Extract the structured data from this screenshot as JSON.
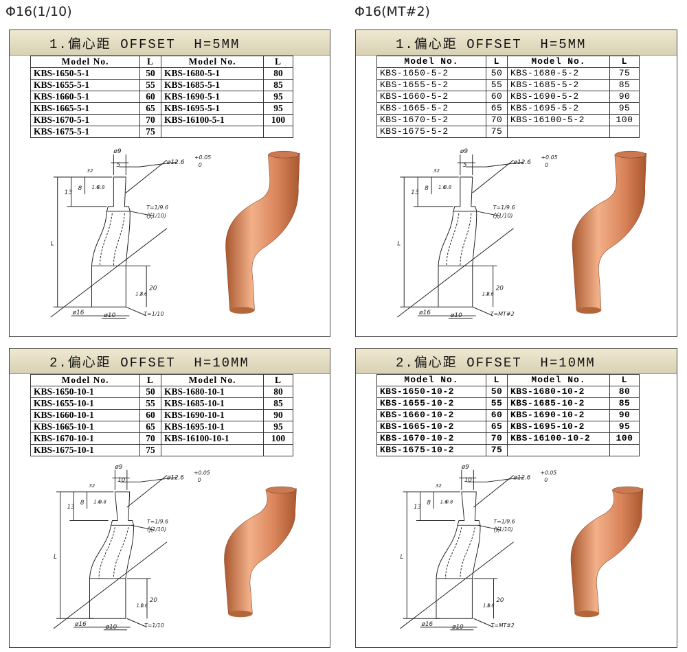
{
  "columns": [
    {
      "title": "Φ16(1/10)"
    },
    {
      "title": "Φ16(MT#2)"
    }
  ],
  "panels": [
    {
      "header": "1.偏心距 OFFSET  H=5MM",
      "col_model": "Model No.",
      "col_L": "L",
      "rows": [
        [
          "KBS-1650-5-1",
          "50",
          "KBS-1680-5-1",
          "80"
        ],
        [
          "KBS-1655-5-1",
          "55",
          "KBS-1685-5-1",
          "85"
        ],
        [
          "KBS-1660-5-1",
          "60",
          "KBS-1690-5-1",
          "95"
        ],
        [
          "KBS-1665-5-1",
          "65",
          "KBS-1695-5-1",
          "95"
        ],
        [
          "KBS-1670-5-1",
          "70",
          "KBS-16100-5-1",
          "100"
        ],
        [
          "KBS-1675-5-1",
          "75",
          "",
          ""
        ]
      ],
      "dims": {
        "d9": "ø9",
        "h": "5",
        "d126": "ø12.6",
        "tol": "+0.05",
        "tol0": "0",
        "a": "32",
        "b8": "8",
        "c": "1.6",
        "d": "0.8",
        "e13": "13",
        "taper": "T=1/9.6",
        "taper2": "(╳1/10)",
        "L": "L",
        "d20": "20",
        "f": "1.8",
        "g": "1.6",
        "d16": "ø16",
        "d10": "ø10",
        "t": "T=1/10"
      }
    },
    {
      "header": "1.偏心距 OFFSET  H=5MM",
      "col_model": "Model No.",
      "col_L": "L",
      "rows": [
        [
          "KBS-1650-5-2",
          "50",
          "KBS-1680-5-2",
          "75"
        ],
        [
          "KBS-1655-5-2",
          "55",
          "KBS-1685-5-2",
          "85"
        ],
        [
          "KBS-1660-5-2",
          "60",
          "KBS-1690-5-2",
          "90"
        ],
        [
          "KBS-1665-5-2",
          "65",
          "KBS-1695-5-2",
          "95"
        ],
        [
          "KBS-1670-5-2",
          "70",
          "KBS-16100-5-2",
          "100"
        ],
        [
          "KBS-1675-5-2",
          "75",
          "",
          ""
        ]
      ],
      "dims": {
        "d9": "ø9",
        "h": "5",
        "d126": "ø12.6",
        "tol": "+0.05",
        "tol0": "0",
        "a": "32",
        "b8": "8",
        "c": "1.6",
        "d": "0.8",
        "e13": "13",
        "taper": "T=1/9.6",
        "taper2": "(╳1/10)",
        "L": "L",
        "d20": "20",
        "f": "1.8",
        "g": "1.6",
        "d16": "ø16",
        "d10": "ø10",
        "t": "T=MT#2"
      }
    },
    {
      "header": "2.偏心距 OFFSET  H=10MM",
      "col_model": "Model No.",
      "col_L": "L",
      "rows": [
        [
          "KBS-1650-10-1",
          "50",
          "KBS-1680-10-1",
          "80"
        ],
        [
          "KBS-1655-10-1",
          "55",
          "KBS-1685-10-1",
          "85"
        ],
        [
          "KBS-1660-10-1",
          "60",
          "KBS-1690-10-1",
          "90"
        ],
        [
          "KBS-1665-10-1",
          "65",
          "KBS-1695-10-1",
          "95"
        ],
        [
          "KBS-1670-10-1",
          "70",
          "KBS-16100-10-1",
          "100"
        ],
        [
          "KBS-1675-10-1",
          "75",
          "",
          ""
        ]
      ],
      "dims": {
        "d9": "ø9",
        "h": "10",
        "d126": "ø12.6",
        "tol": "+0.05",
        "tol0": "0",
        "a": "32",
        "b8": "8",
        "c": "1.6",
        "d": "0.8",
        "e13": "13",
        "taper": "T=1/9.6",
        "taper2": "(╳1/10)",
        "L": "L",
        "d20": "20",
        "f": "1.8",
        "g": "1.6",
        "d16": "ø16",
        "d10": "ø10",
        "t": "T=1/10"
      }
    },
    {
      "header": "2.偏心距 OFFSET  H=10MM",
      "col_model": "Model No.",
      "col_L": "L",
      "rows": [
        [
          "KBS-1650-10-2",
          "50",
          "KBS-1680-10-2",
          "80"
        ],
        [
          "KBS-1655-10-2",
          "55",
          "KBS-1685-10-2",
          "85"
        ],
        [
          "KBS-1660-10-2",
          "60",
          "KBS-1690-10-2",
          "90"
        ],
        [
          "KBS-1665-10-2",
          "65",
          "KBS-1695-10-2",
          "95"
        ],
        [
          "KBS-1670-10-2",
          "70",
          "KBS-16100-10-2",
          "100"
        ],
        [
          "KBS-1675-10-2",
          "75",
          "",
          ""
        ]
      ],
      "dims": {
        "d9": "ø9",
        "h": "10",
        "d126": "ø12.6",
        "tol": "+0.05",
        "tol0": "0",
        "a": "32",
        "b8": "8",
        "c": "1.6",
        "d": "0.8",
        "e13": "13",
        "taper": "T=1/9.6",
        "taper2": "(╳1/10)",
        "L": "L",
        "d20": "20",
        "f": "1.8",
        "g": "1.6",
        "d16": "ø16",
        "d10": "ø10",
        "t": "T=MT#2"
      }
    }
  ],
  "colors": {
    "copper_light": "#f2b089",
    "copper_mid": "#d9845a",
    "copper_dark": "#a9582f",
    "header_bg": "#e4dcc0"
  }
}
